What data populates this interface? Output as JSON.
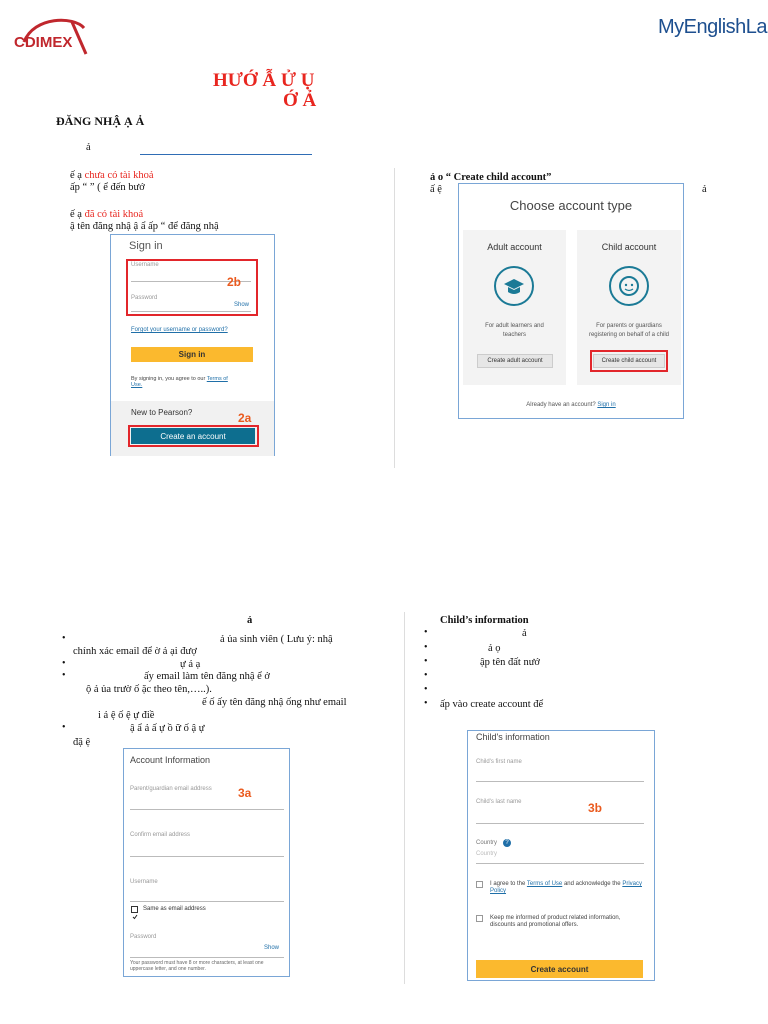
{
  "logos": {
    "left": "CDIMEX",
    "right": "MyEnglishLab"
  },
  "title": {
    "line1": "HƯỚ Ẫ Ử Ụ",
    "line2": "Ớ Ả"
  },
  "section1": {
    "heading": "ĐĂNG NHẬ Ạ Ả",
    "intro": "ả",
    "left": {
      "line1_a": "ế ạ ",
      "line1_red": "chưa có tài khoả",
      "line2": "ấp “ ” ( ể đến bướ",
      "line3_a": "ế ạ ",
      "line3_red": "đã có tài khoả",
      "line4": "ậ tên đăng nhậ ậ ẩ ấp “ để đăng nhậ"
    },
    "right": {
      "line1": "ả o “ Create child account”",
      "line2": "ấ ệ",
      "line2_end": "ả"
    }
  },
  "signin": {
    "title": "Sign in",
    "username": "Username",
    "password": "Password",
    "show": "Show",
    "forgot": "Forgot your username or password?",
    "signin_btn": "Sign in",
    "agree": "By signing in, you agree to our",
    "terms": "Terms of Use.",
    "new_to": "New to Pearson?",
    "create_btn": "Create an account",
    "tag_top": "2b",
    "tag_bottom": "2a"
  },
  "choose": {
    "title": "Choose account type",
    "adult_title": "Adult account",
    "adult_desc": "For adult learners and teachers",
    "adult_btn": "Create adult account",
    "child_title": "Child account",
    "child_desc": "For parents or guardians registering on behalf of a child",
    "child_btn": "Create child account",
    "already": "Already have an account?",
    "signin_link": "Sign in"
  },
  "section3": {
    "left_heading": "ả",
    "left_bullets": [
      "ả ủa sinh viên ( Lưu ý: nhậ",
      "chính xác email để ờ ả ại đượ",
      "ự ả ạ",
      "ấy email làm tên đăng nhậ ể ở",
      "ộ ả ủa trườ ố ặc theo tên,…..).",
      "ế ố ấy tên đăng nhậ ống như email",
      "i ả ệ ố ệ ự điề",
      "ậ ẩ ả ấ ự ồ ữ ố ậ ự",
      "đặ ệ"
    ],
    "right_heading": "Child’s information",
    "right_bullets": [
      "ả",
      "ả ọ",
      "ập tên đất nướ",
      "",
      "",
      "ấp vào create account để"
    ]
  },
  "account_info": {
    "title": "Account Information",
    "email": "Parent/guardian email address",
    "confirm": "Confirm email address",
    "username": "Username",
    "same": "Same as email address",
    "password": "Password",
    "show": "Show",
    "hint": "Your password must have 8 or more characters, at least one uppercase letter, and one number.",
    "tag": "3a"
  },
  "child_info": {
    "title": "Child's information",
    "first": "Child's first name",
    "last": "Child's last name",
    "country": "Country",
    "country_ph": "Country",
    "terms_pre": "I agree to the",
    "terms_link": "Terms of Use",
    "terms_mid": "and acknowledge the",
    "privacy": "Privacy Policy",
    "keep": "Keep me informed of product related information, discounts and promotional offers.",
    "create_btn": "Create account",
    "tag": "3b"
  },
  "colors": {
    "accent_red": "#e8261f",
    "pearson_blue": "#0d6e8f",
    "yellow": "#fbb92e"
  }
}
